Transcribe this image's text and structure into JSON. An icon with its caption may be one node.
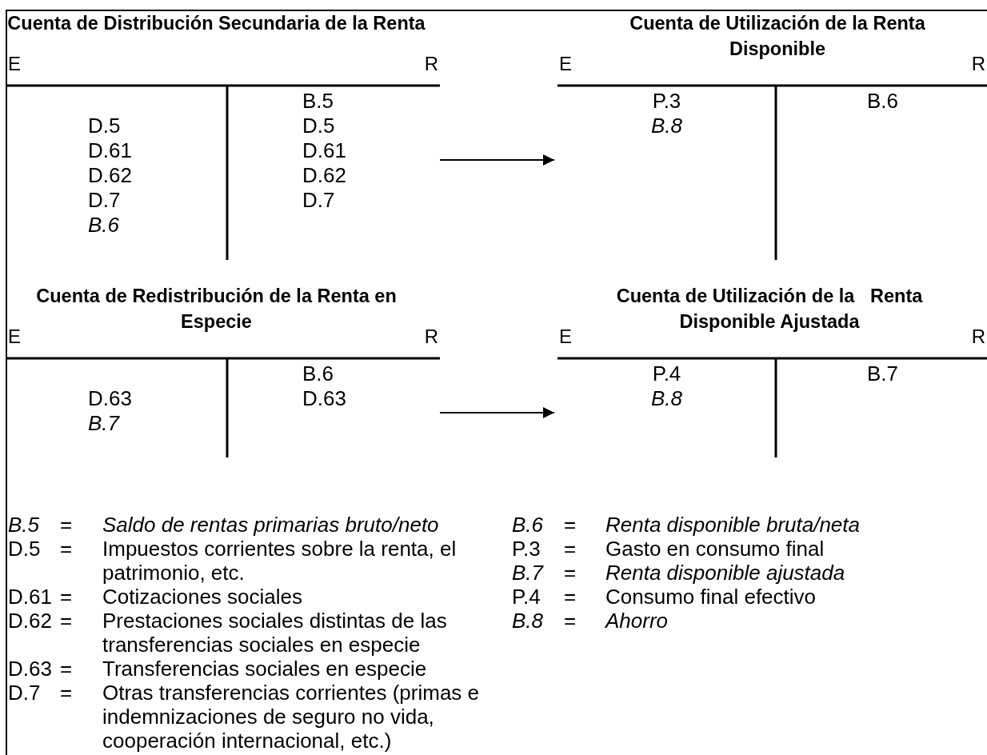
{
  "diagram": {
    "nodes": [
      {
        "text": [
          "Cuenta de Distribución Secundaria de la Renta",
          "E",
          "R"
        ]
      },
      {
        "text": [
          "D.5",
          "D.61",
          "D.62",
          "D.7",
          "*B.6*"
        ],
        "in": 0
      },
      {
        "text": [
          "B.5",
          "D.5",
          "D.61",
          "D.62",
          "D.7"
        ],
        "in": 0
      },
      {
        "text": [
          "Cuenta de Utilización de la Renta Disponible",
          "E",
          "R"
        ]
      },
      {
        "text": [
          "P.3",
          "*B.8*"
        ],
        "in": 3
      },
      {
        "text": [
          "B.6"
        ],
        "in": 3
      },
      {
        "text": [
          "Cuenta de Redistribución de la Renta en Especie",
          "E",
          "R"
        ]
      },
      {
        "text": [
          "D.63",
          "*B.7*"
        ],
        "in": 6
      },
      {
        "text": [
          "B.6",
          "D.63"
        ],
        "in": 6
      },
      {
        "text": [
          "Cuenta de Utilización de la   Renta Disponible Ajustada",
          "E",
          "R"
        ]
      },
      {
        "text": [
          "P.4",
          "*B.8*"
        ],
        "in": 9
      },
      {
        "text": [
          "B.7"
        ],
        "in": 9
      }
    ],
    "edges": [
      {
        "from": 0,
        "to": 3,
        "arrow": "to"
      },
      {
        "from": 6,
        "to": 9,
        "arrow": "to"
      }
    ],
    "labels": [
      "*B.5*",
      "=",
      "*Saldo de rentas primarias bruto/neto*",
      "D.5",
      "=",
      "Impuestos corrientes sobre la renta, el patrimonio, etc.",
      "D.61",
      "=",
      "Cotizaciones sociales",
      "D.62",
      "=",
      "Prestaciones sociales distintas de las transferencias sociales en especie",
      "D.63",
      "=",
      "Transferencias sociales en especie",
      "D.7",
      "=",
      "Otras transferencias corrientes (primas e indemnizaciones de seguro no vida, cooperación internacional, etc.)",
      "*B.6*",
      "=",
      "*Renta disponible bruta/neta*",
      "P.3",
      "=",
      "Gasto en consumo final",
      "*B.7*",
      "=",
      "*Renta disponible ajustada*",
      "P.4",
      "=",
      "Consumo final efectivo",
      "*B.8*",
      "=",
      "*Ahorro*"
    ]
  }
}
